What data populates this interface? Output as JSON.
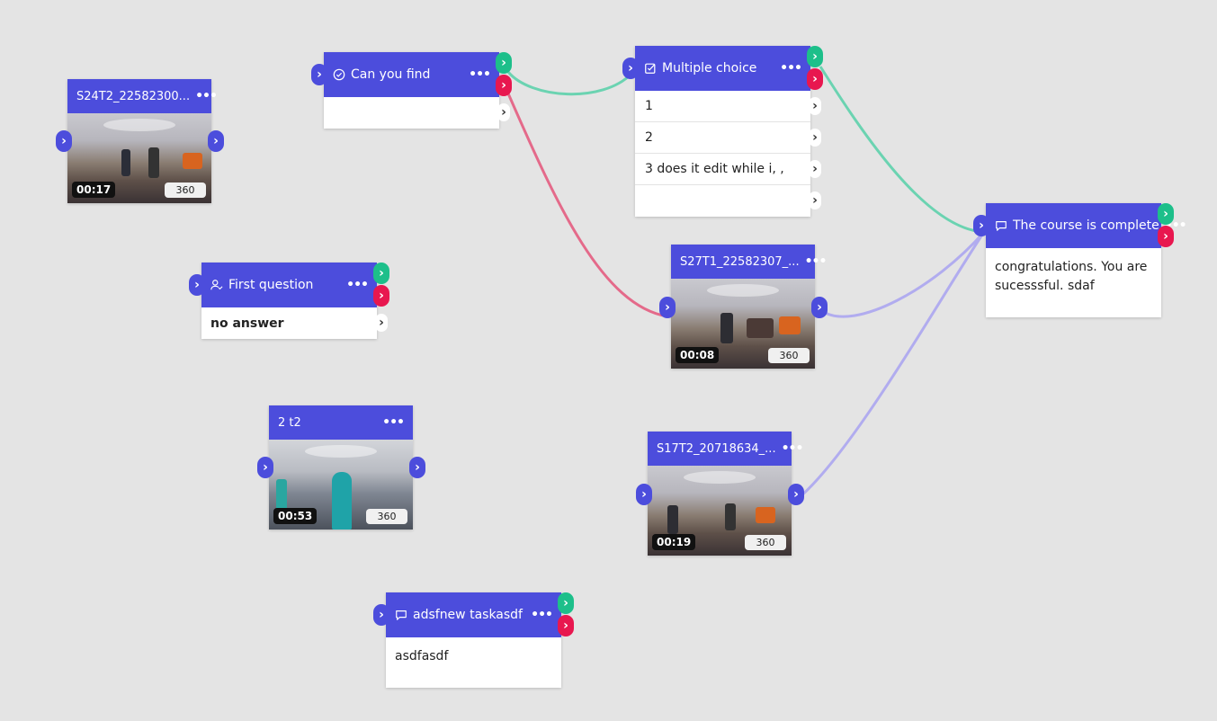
{
  "colors": {
    "header": "#4c4ddc",
    "success": "#1dbf8a",
    "failure": "#e8174f",
    "edge_video": "#b1acef",
    "edge_success": "#6bd3b1",
    "edge_failure": "#e46a8a"
  },
  "nodes": {
    "video_s24": {
      "title": "S24T2_22582300...",
      "duration": "00:17",
      "badge": "360"
    },
    "can_you_find": {
      "title": "Can you find",
      "icon": "check-circle-icon"
    },
    "multiple_choice": {
      "title": "Multiple choice",
      "icon": "checkbox-icon",
      "options": [
        "1",
        "2",
        "3 does it edit while i, ,",
        ""
      ]
    },
    "first_question": {
      "title": "First question",
      "icon": "user-check-icon",
      "answer": "no answer"
    },
    "video_s27": {
      "title": "S27T1_22582307_...",
      "duration": "00:08",
      "badge": "360"
    },
    "course_complete": {
      "title": "The course is complete",
      "icon": "message-icon",
      "body": "congratulations. You are sucesssful. sdaf"
    },
    "video_2t2": {
      "title": "2 t2",
      "duration": "00:53",
      "badge": "360"
    },
    "video_s17": {
      "title": "S17T2_20718634_...",
      "duration": "00:19",
      "badge": "360"
    },
    "adsfnew": {
      "title": "adsfnew taskasdf",
      "icon": "message-icon",
      "body": "asdfasdf"
    }
  },
  "menu_label": "•••",
  "port_glyph": "›"
}
